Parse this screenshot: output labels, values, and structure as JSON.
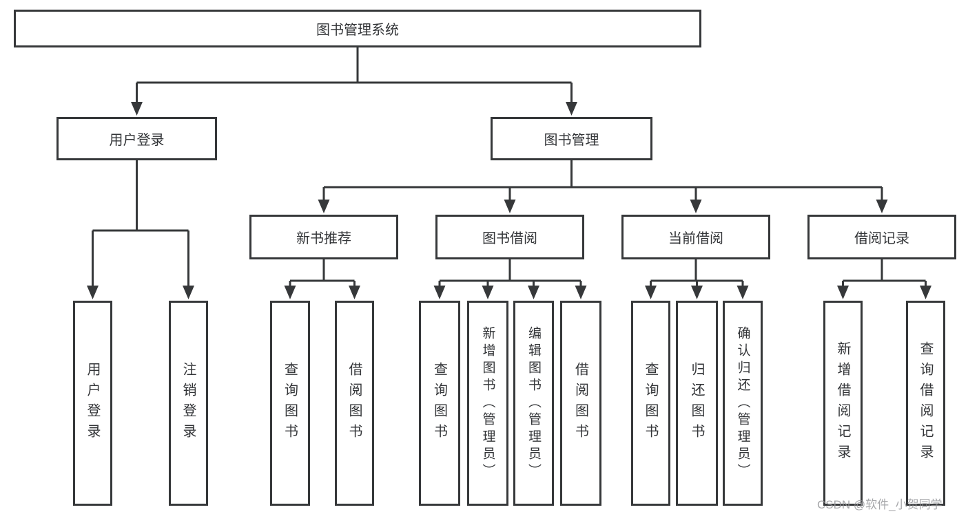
{
  "tree": {
    "root": {
      "label": "图书管理系统",
      "children": [
        {
          "label": "用户登录",
          "children": [
            {
              "label": "用户登录"
            },
            {
              "label": "注销登录"
            }
          ]
        },
        {
          "label": "图书管理",
          "children": [
            {
              "label": "新书推荐",
              "children": [
                {
                  "label": "查询图书"
                },
                {
                  "label": "借阅图书"
                }
              ]
            },
            {
              "label": "图书借阅",
              "children": [
                {
                  "label": "查询图书"
                },
                {
                  "label": "新增图书（管理员）"
                },
                {
                  "label": "编辑图书（管理员）"
                },
                {
                  "label": "借阅图书"
                }
              ]
            },
            {
              "label": "当前借阅",
              "children": [
                {
                  "label": "查询图书"
                },
                {
                  "label": "归还图书"
                },
                {
                  "label": "确认归还（管理员）"
                }
              ]
            },
            {
              "label": "借阅记录",
              "children": [
                {
                  "label": "新增借阅记录"
                },
                {
                  "label": "查询借阅记录"
                }
              ]
            }
          ]
        }
      ]
    }
  },
  "watermark": {
    "text": "CSDN @软件_小贺同学"
  },
  "colors": {
    "line": "#36383a",
    "box_border": "#36383a",
    "text": "#333538",
    "watermark": "#96989b",
    "background": "#ffffff"
  }
}
